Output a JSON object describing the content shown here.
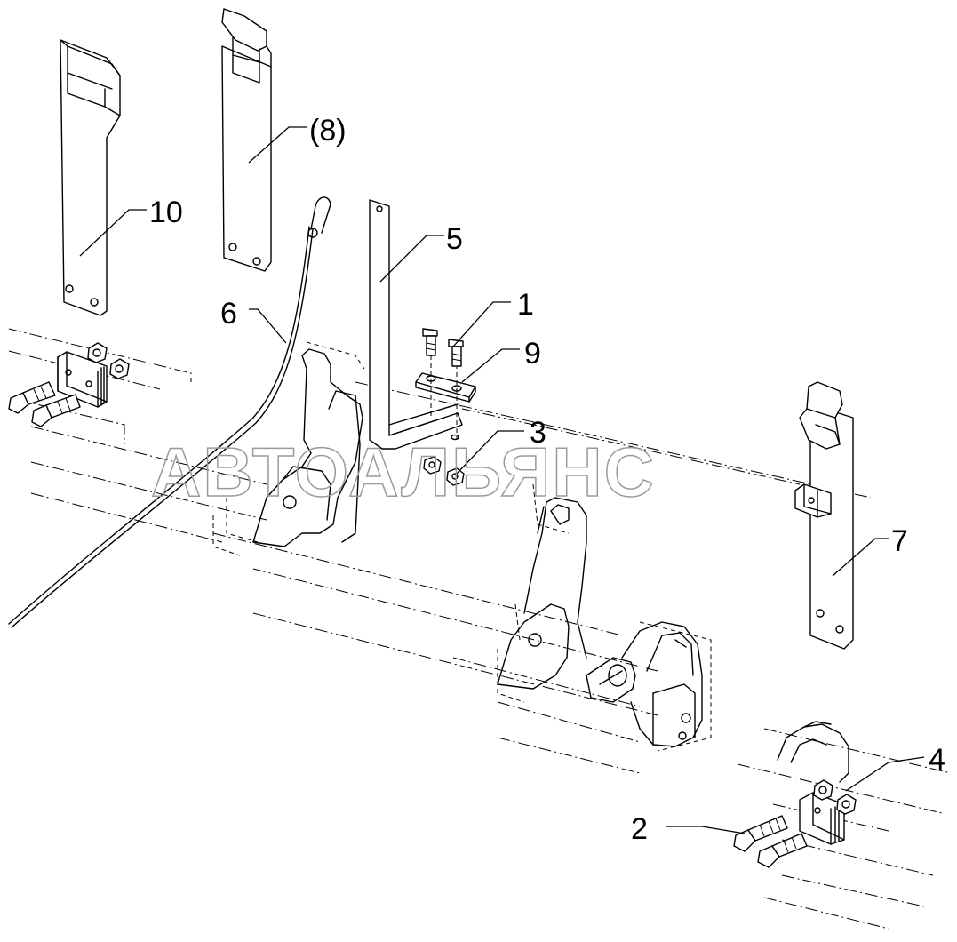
{
  "watermark": "АВТОАЛЬЯНС",
  "callouts": {
    "c1": "1",
    "c2": "2",
    "c3": "3",
    "c4": "4",
    "c5": "5",
    "c6": "6",
    "c7": "7",
    "c8": "(8)",
    "c9": "9",
    "c10": "10"
  },
  "colors": {
    "line": "#000000",
    "watermark": "#9a9a9a",
    "background": "#ffffff"
  }
}
